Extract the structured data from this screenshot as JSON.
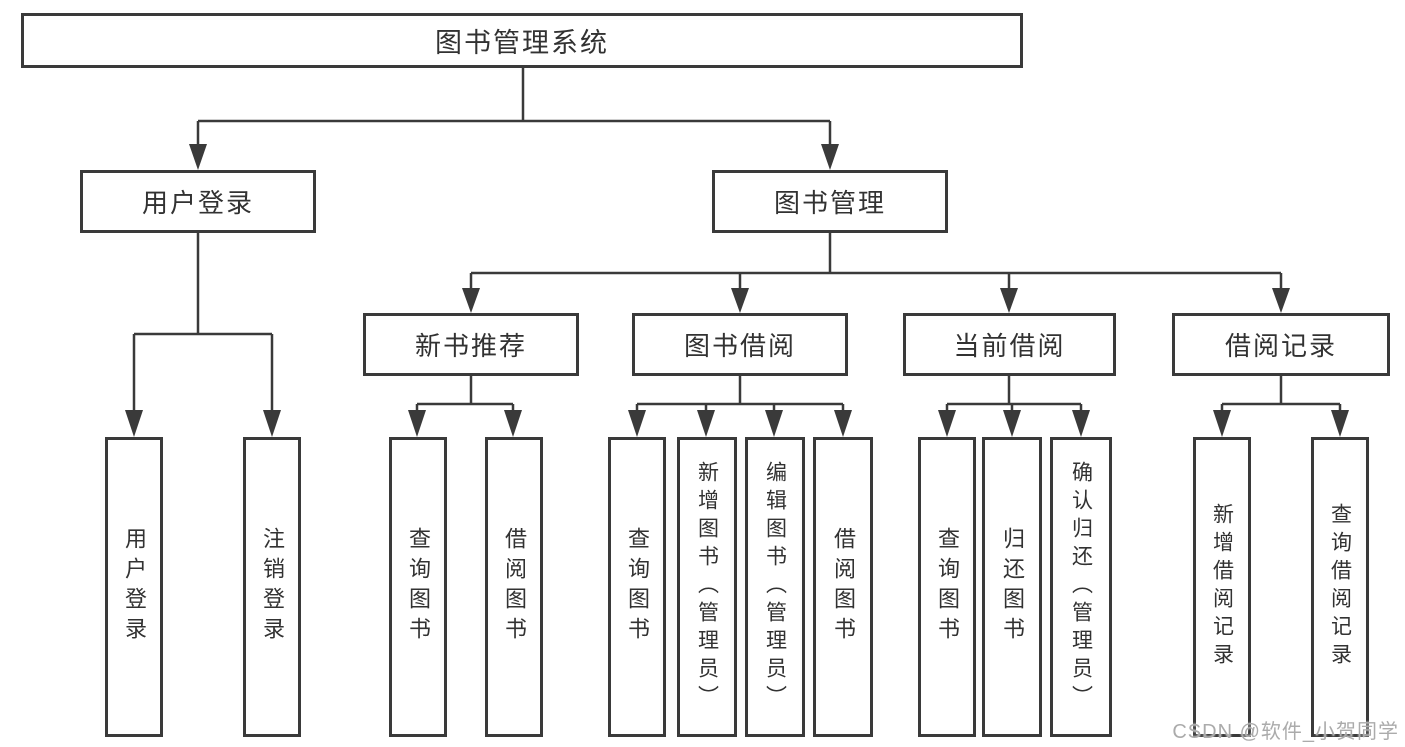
{
  "diagram": {
    "nodes": {
      "root": "图书管理系统",
      "user_login": "用户登录",
      "book_mgmt": "图书管理",
      "user_login_leaf": "用户登录",
      "logout_leaf": "注销登录",
      "new_book_rec": "新书推荐",
      "book_borrow": "图书借阅",
      "current_borrow": "当前借阅",
      "borrow_record": "借阅记录",
      "query_book_1": "查询图书",
      "borrow_book_1": "借阅图书",
      "query_book_2": "查询图书",
      "add_book": "新增图书（管理员）",
      "edit_book": "编辑图书（管理员）",
      "borrow_book_2": "借阅图书",
      "query_book_3": "查询图书",
      "return_book": "归还图书",
      "confirm_return": "确认归还（管理员）",
      "add_borrow_record": "新增借阅记录",
      "query_borrow_record": "查询借阅记录"
    },
    "hierarchy": {
      "图书管理系统": {
        "用户登录": [
          "用户登录",
          "注销登录"
        ],
        "图书管理": {
          "新书推荐": [
            "查询图书",
            "借阅图书"
          ],
          "图书借阅": [
            "查询图书",
            "新增图书（管理员）",
            "编辑图书（管理员）",
            "借阅图书"
          ],
          "当前借阅": [
            "查询图书",
            "归还图书",
            "确认归还（管理员）"
          ],
          "借阅记录": [
            "新增借阅记录",
            "查询借阅记录"
          ]
        }
      }
    },
    "colors": {
      "line": "#3a3a3a",
      "text": "#323232",
      "background": "#ffffff",
      "watermark": "#ababab"
    }
  },
  "watermark": "CSDN @软件_小贺同学"
}
